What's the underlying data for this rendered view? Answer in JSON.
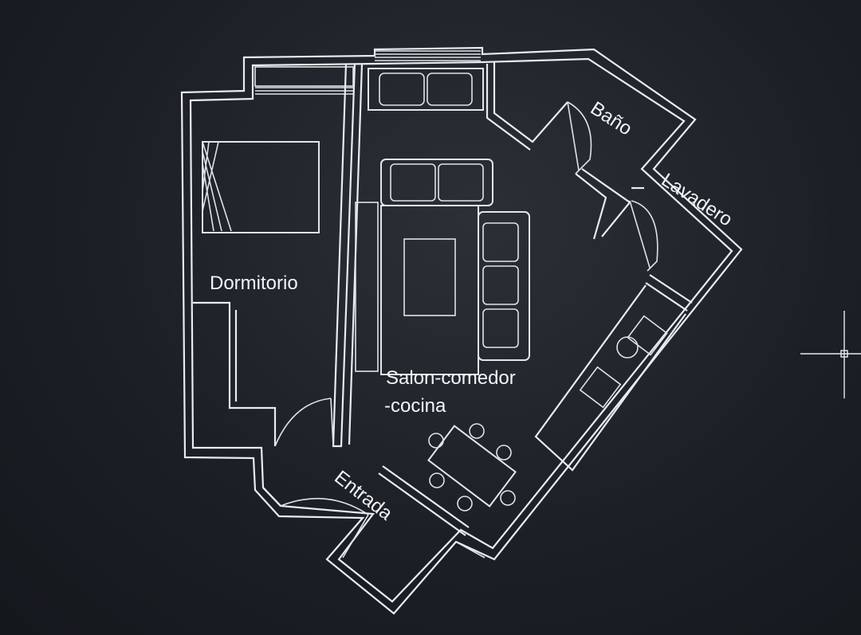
{
  "rooms": {
    "dormitorio": "Dormitorio",
    "salon_line1": "Salon-comedor",
    "salon_line2": "-cocina",
    "bano": "Baño",
    "lavadero": "Lavadero",
    "entrada": "Entrada"
  },
  "colors": {
    "background": "#1c2026",
    "linework": "#e9ecef"
  }
}
